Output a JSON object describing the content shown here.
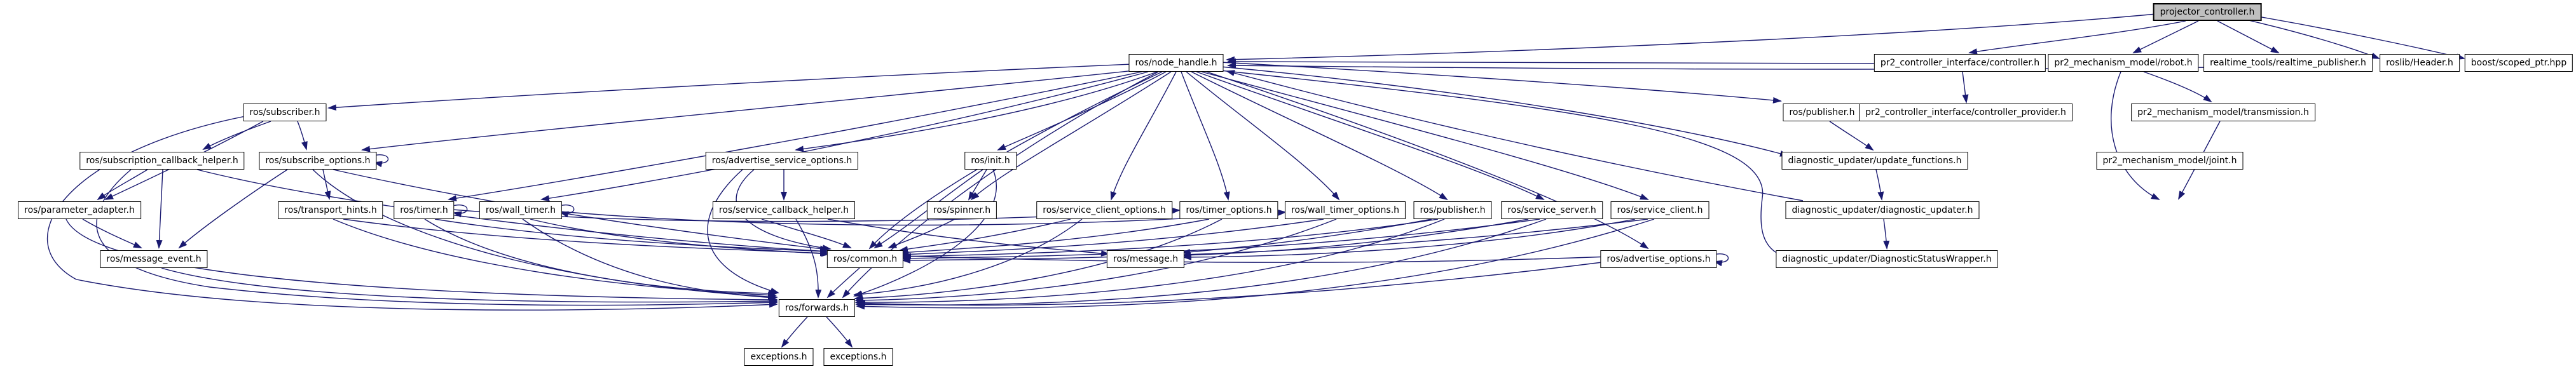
{
  "diagram": {
    "type": "include-dependency-graph",
    "root": "projector_controller.h",
    "edge_color": "#191970",
    "node_border_color": "#000000",
    "node_fill": "#ffffff",
    "root_fill": "#bfbfbf"
  },
  "graph": {
    "nodes": {
      "projector_controller": {
        "label": "projector_controller.h"
      },
      "node_handle": {
        "label": "ros/node_handle.h"
      },
      "controller": {
        "label": "pr2_controller_interface/controller.h"
      },
      "robot": {
        "label": "pr2_mechanism_model/robot.h"
      },
      "realtime_publisher": {
        "label": "realtime_tools/realtime_publisher.h"
      },
      "roslib_header": {
        "label": "roslib/Header.h"
      },
      "scoped_ptr": {
        "label": "boost/scoped_ptr.hpp"
      },
      "subscriber": {
        "label": "ros/subscriber.h"
      },
      "publisher_right": {
        "label": "ros/publisher.h"
      },
      "controller_provider": {
        "label": "pr2_controller_interface/controller_provider.h"
      },
      "transmission": {
        "label": "pr2_mechanism_model/transmission.h"
      },
      "subscription_callback_helper": {
        "label": "ros/subscription_callback_helper.h"
      },
      "subscribe_options": {
        "label": "ros/subscribe_options.h"
      },
      "advertise_service_options": {
        "label": "ros/advertise_service_options.h"
      },
      "init": {
        "label": "ros/init.h"
      },
      "update_functions": {
        "label": "diagnostic_updater/update_functions.h"
      },
      "joint": {
        "label": "pr2_mechanism_model/joint.h"
      },
      "parameter_adapter": {
        "label": "ros/parameter_adapter.h"
      },
      "transport_hints": {
        "label": "ros/transport_hints.h"
      },
      "timer": {
        "label": "ros/timer.h"
      },
      "wall_timer": {
        "label": "ros/wall_timer.h"
      },
      "service_callback_helper": {
        "label": "ros/service_callback_helper.h"
      },
      "spinner": {
        "label": "ros/spinner.h"
      },
      "service_client_options": {
        "label": "ros/service_client_options.h"
      },
      "timer_options": {
        "label": "ros/timer_options.h"
      },
      "wall_timer_options": {
        "label": "ros/wall_timer_options.h"
      },
      "publisher_mid": {
        "label": "ros/publisher.h"
      },
      "service_server": {
        "label": "ros/service_server.h"
      },
      "service_client": {
        "label": "ros/service_client.h"
      },
      "diagnostic_updater": {
        "label": "diagnostic_updater/diagnostic_updater.h"
      },
      "message_event": {
        "label": "ros/message_event.h"
      },
      "common": {
        "label": "ros/common.h"
      },
      "message": {
        "label": "ros/message.h"
      },
      "advertise_options": {
        "label": "ros/advertise_options.h"
      },
      "status_wrapper": {
        "label": "diagnostic_updater/DiagnosticStatusWrapper.h"
      },
      "forwards": {
        "label": "ros/forwards.h"
      },
      "exceptions1": {
        "label": "exceptions.h"
      },
      "exceptions2": {
        "label": "exceptions.h"
      }
    },
    "edges": [
      {
        "from": "projector_controller",
        "to": "node_handle"
      },
      {
        "from": "projector_controller",
        "to": "controller"
      },
      {
        "from": "projector_controller",
        "to": "robot"
      },
      {
        "from": "projector_controller",
        "to": "realtime_publisher"
      },
      {
        "from": "projector_controller",
        "to": "roslib_header"
      },
      {
        "from": "projector_controller",
        "to": "scoped_ptr"
      },
      {
        "from": "controller",
        "to": "node_handle"
      },
      {
        "from": "controller",
        "to": "controller_provider"
      },
      {
        "from": "realtime_publisher",
        "to": "node_handle"
      },
      {
        "from": "diagnostic_updater",
        "to": "node_handle"
      },
      {
        "from": "node_handle",
        "to": "subscriber"
      },
      {
        "from": "node_handle",
        "to": "subscribe_options"
      },
      {
        "from": "node_handle",
        "to": "timer"
      },
      {
        "from": "node_handle",
        "to": "wall_timer"
      },
      {
        "from": "node_handle",
        "to": "advertise_service_options"
      },
      {
        "from": "node_handle",
        "to": "init"
      },
      {
        "from": "node_handle",
        "to": "spinner"
      },
      {
        "from": "node_handle",
        "to": "service_client_options"
      },
      {
        "from": "node_handle",
        "to": "timer_options"
      },
      {
        "from": "node_handle",
        "to": "wall_timer_options"
      },
      {
        "from": "node_handle",
        "to": "publisher_mid"
      },
      {
        "from": "node_handle",
        "to": "service_server"
      },
      {
        "from": "node_handle",
        "to": "service_client"
      },
      {
        "from": "node_handle",
        "to": "advertise_options"
      },
      {
        "from": "node_handle",
        "to": "common"
      },
      {
        "from": "node_handle",
        "to": "forwards"
      },
      {
        "from": "node_handle",
        "to": "publisher_right"
      },
      {
        "from": "node_handle",
        "to": "update_functions"
      },
      {
        "from": "node_handle",
        "to": "status_wrapper"
      },
      {
        "from": "publisher_right",
        "to": "update_functions"
      },
      {
        "from": "update_functions",
        "to": "diagnostic_updater"
      },
      {
        "from": "diagnostic_updater",
        "to": "status_wrapper"
      },
      {
        "from": "robot",
        "to": "transmission"
      },
      {
        "from": "robot",
        "to": "joint"
      },
      {
        "from": "transmission",
        "to": "joint"
      },
      {
        "from": "subscriber",
        "to": "subscription_callback_helper"
      },
      {
        "from": "subscriber",
        "to": "subscribe_options"
      },
      {
        "from": "subscriber",
        "to": "parameter_adapter"
      },
      {
        "from": "subscriber",
        "to": "forwards"
      },
      {
        "from": "subscription_callback_helper",
        "to": "parameter_adapter"
      },
      {
        "from": "subscription_callback_helper",
        "to": "message_event"
      },
      {
        "from": "subscription_callback_helper",
        "to": "common"
      },
      {
        "from": "subscription_callback_helper",
        "to": "forwards"
      },
      {
        "from": "parameter_adapter",
        "to": "message_event"
      },
      {
        "from": "parameter_adapter",
        "to": "forwards"
      },
      {
        "from": "subscribe_options",
        "to": "transport_hints"
      },
      {
        "from": "subscribe_options",
        "to": "message_event"
      },
      {
        "from": "subscribe_options",
        "to": "common"
      },
      {
        "from": "subscribe_options",
        "to": "forwards"
      },
      {
        "from": "subscribe_options",
        "to": "subscribe_options"
      },
      {
        "from": "transport_hints",
        "to": "common"
      },
      {
        "from": "transport_hints",
        "to": "forwards"
      },
      {
        "from": "timer",
        "to": "timer_options"
      },
      {
        "from": "timer",
        "to": "common"
      },
      {
        "from": "timer",
        "to": "forwards"
      },
      {
        "from": "timer",
        "to": "timer"
      },
      {
        "from": "wall_timer",
        "to": "wall_timer_options"
      },
      {
        "from": "wall_timer",
        "to": "common"
      },
      {
        "from": "wall_timer",
        "to": "forwards"
      },
      {
        "from": "wall_timer",
        "to": "wall_timer"
      },
      {
        "from": "advertise_service_options",
        "to": "service_callback_helper"
      },
      {
        "from": "advertise_service_options",
        "to": "common"
      },
      {
        "from": "advertise_service_options",
        "to": "forwards"
      },
      {
        "from": "service_callback_helper",
        "to": "common"
      },
      {
        "from": "service_callback_helper",
        "to": "forwards"
      },
      {
        "from": "service_callback_helper",
        "to": "message"
      },
      {
        "from": "init",
        "to": "spinner"
      },
      {
        "from": "init",
        "to": "common"
      },
      {
        "from": "init",
        "to": "forwards"
      },
      {
        "from": "spinner",
        "to": "common"
      },
      {
        "from": "service_client_options",
        "to": "common"
      },
      {
        "from": "service_client_options",
        "to": "forwards"
      },
      {
        "from": "timer_options",
        "to": "common"
      },
      {
        "from": "timer_options",
        "to": "forwards"
      },
      {
        "from": "wall_timer_options",
        "to": "common"
      },
      {
        "from": "wall_timer_options",
        "to": "forwards"
      },
      {
        "from": "publisher_mid",
        "to": "common"
      },
      {
        "from": "publisher_mid",
        "to": "forwards"
      },
      {
        "from": "publisher_mid",
        "to": "message"
      },
      {
        "from": "service_server",
        "to": "common"
      },
      {
        "from": "service_server",
        "to": "forwards"
      },
      {
        "from": "service_server",
        "to": "message"
      },
      {
        "from": "service_client",
        "to": "common"
      },
      {
        "from": "service_client",
        "to": "forwards"
      },
      {
        "from": "service_client",
        "to": "message"
      },
      {
        "from": "advertise_options",
        "to": "common"
      },
      {
        "from": "advertise_options",
        "to": "forwards"
      },
      {
        "from": "advertise_options",
        "to": "advertise_options"
      },
      {
        "from": "common",
        "to": "forwards"
      },
      {
        "from": "message_event",
        "to": "forwards"
      },
      {
        "from": "forwards",
        "to": "exceptions1"
      },
      {
        "from": "forwards",
        "to": "exceptions2"
      }
    ]
  }
}
